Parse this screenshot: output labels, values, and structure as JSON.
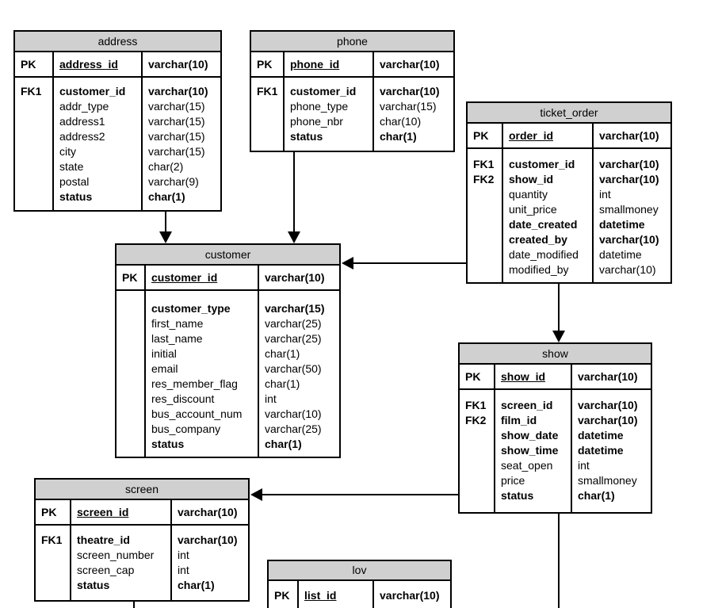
{
  "colors": {
    "header_bg": "#d0d0d0",
    "border": "#000000",
    "page_bg": "#ffffff",
    "text": "#000000"
  },
  "tables": [
    {
      "id": "address",
      "title": "address",
      "pk": {
        "label": "PK",
        "field": "address_id",
        "type": "varchar(10)"
      },
      "fk_tags": [
        "FK1"
      ],
      "rows": [
        {
          "field": "customer_id",
          "type": "varchar(10)",
          "bold": true
        },
        {
          "field": "addr_type",
          "type": "varchar(15)"
        },
        {
          "field": "address1",
          "type": "varchar(15)"
        },
        {
          "field": "address2",
          "type": "varchar(15)"
        },
        {
          "field": "city",
          "type": "varchar(15)"
        },
        {
          "field": "state",
          "type": "char(2)"
        },
        {
          "field": "postal",
          "type": "varchar(9)"
        },
        {
          "field": "status",
          "type": "char(1)",
          "bold": true
        }
      ]
    },
    {
      "id": "phone",
      "title": "phone",
      "pk": {
        "label": "PK",
        "field": "phone_id",
        "type": "varchar(10)"
      },
      "fk_tags": [
        "FK1"
      ],
      "rows": [
        {
          "field": "customer_id",
          "type": "varchar(10)",
          "bold": true
        },
        {
          "field": "phone_type",
          "type": "varchar(15)"
        },
        {
          "field": "phone_nbr",
          "type": "char(10)"
        },
        {
          "field": "status",
          "type": "char(1)",
          "bold": true
        }
      ]
    },
    {
      "id": "ticket_order",
      "title": "ticket_order",
      "pk": {
        "label": "PK",
        "field": "order_id",
        "type": "varchar(10)"
      },
      "fk_tags": [
        "FK1",
        "FK2"
      ],
      "rows": [
        {
          "field": "customer_id",
          "type": "varchar(10)",
          "bold": true
        },
        {
          "field": "show_id",
          "type": "varchar(10)",
          "bold": true
        },
        {
          "field": "quantity",
          "type": "int"
        },
        {
          "field": "unit_price",
          "type": "smallmoney"
        },
        {
          "field": "date_created",
          "type": "datetime",
          "bold": true
        },
        {
          "field": "created_by",
          "type": "varchar(10)",
          "bold": true
        },
        {
          "field": "date_modified",
          "type": "datetime"
        },
        {
          "field": "modified_by",
          "type": "varchar(10)"
        }
      ]
    },
    {
      "id": "customer",
      "title": "customer",
      "pk": {
        "label": "PK",
        "field": "customer_id",
        "type": "varchar(10)"
      },
      "fk_tags": [],
      "rows": [
        {
          "field": "customer_type",
          "type": "varchar(15)",
          "bold": true
        },
        {
          "field": "first_name",
          "type": "varchar(25)"
        },
        {
          "field": "last_name",
          "type": "varchar(25)"
        },
        {
          "field": "initial",
          "type": "char(1)"
        },
        {
          "field": "email",
          "type": "varchar(50)"
        },
        {
          "field": "res_member_flag",
          "type": "char(1)"
        },
        {
          "field": "res_discount",
          "type": "int"
        },
        {
          "field": "bus_account_num",
          "type": "varchar(10)"
        },
        {
          "field": "bus_company",
          "type": "varchar(25)"
        },
        {
          "field": "status",
          "type": "char(1)",
          "bold": true
        }
      ]
    },
    {
      "id": "show",
      "title": "show",
      "pk": {
        "label": "PK",
        "field": "show_id",
        "type": "varchar(10)"
      },
      "fk_tags": [
        "FK1",
        "FK2"
      ],
      "rows": [
        {
          "field": "screen_id",
          "type": "varchar(10)",
          "bold": true
        },
        {
          "field": "film_id",
          "type": "varchar(10)",
          "bold": true
        },
        {
          "field": "show_date",
          "type": "datetime",
          "bold": true
        },
        {
          "field": "show_time",
          "type": "datetime",
          "bold": true
        },
        {
          "field": "seat_open",
          "type": "int"
        },
        {
          "field": "price",
          "type": "smallmoney"
        },
        {
          "field": "status",
          "type": "char(1)",
          "bold": true
        }
      ]
    },
    {
      "id": "screen",
      "title": "screen",
      "pk": {
        "label": "PK",
        "field": "screen_id",
        "type": "varchar(10)"
      },
      "fk_tags": [
        "FK1"
      ],
      "rows": [
        {
          "field": "theatre_id",
          "type": "varchar(10)",
          "bold": true
        },
        {
          "field": "screen_number",
          "type": "int"
        },
        {
          "field": "screen_cap",
          "type": "int"
        },
        {
          "field": "status",
          "type": "char(1)",
          "bold": true
        }
      ]
    },
    {
      "id": "lov",
      "title": "lov",
      "pk": {
        "label": "PK",
        "field": "list_id",
        "type": "varchar(10)"
      },
      "fk_tags": [],
      "rows": []
    }
  ],
  "relationships": [
    {
      "from": "address",
      "to": "customer"
    },
    {
      "from": "phone",
      "to": "customer"
    },
    {
      "from": "ticket_order",
      "to": "customer"
    },
    {
      "from": "ticket_order",
      "to": "show"
    },
    {
      "from": "show",
      "to": "screen"
    },
    {
      "from": "show",
      "to": "",
      "truncated": true
    },
    {
      "from": "screen",
      "to": "",
      "truncated": true
    }
  ]
}
